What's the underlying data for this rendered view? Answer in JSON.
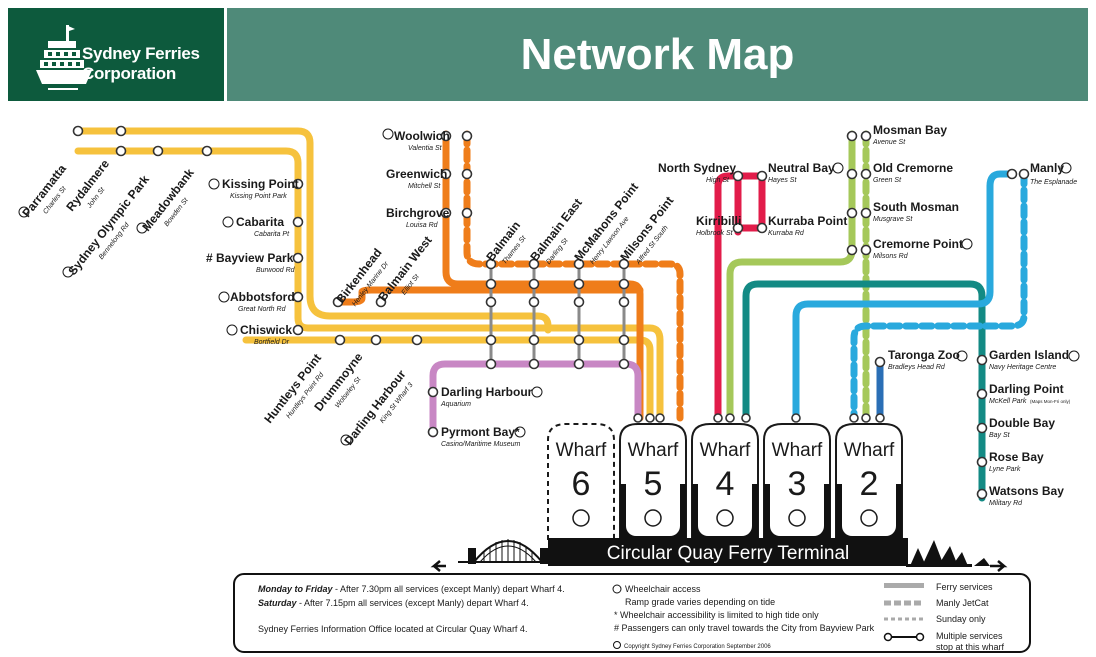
{
  "header": {
    "org_name_line1": "Sydney Ferries",
    "org_name_line2": "Corporation",
    "title": "Network Map"
  },
  "colors": {
    "parramatta_line": "#f6c23d",
    "balmain_line": "#ef7d1a",
    "darling_harbour_line": "#c887c4",
    "neutral_bay_line": "#e21c4a",
    "mosman_line": "#a5c85a",
    "taronga_line": "#2a6fb6",
    "manly_line": "#29a9dd",
    "eastern_line": "#138a84",
    "header_dark": "#0d5a3d",
    "header_light": "#4f8a79"
  },
  "stops": {
    "parramatta": {
      "name": "Parramatta",
      "street": "Charles St"
    },
    "rydalmere": {
      "name": "Rydalmere",
      "street": "John St"
    },
    "sydney_olympic_park": {
      "name": "Sydney Olympic Park",
      "street": "Bennelong Rd"
    },
    "meadowbank": {
      "name": "Meadowbank",
      "street": "Bowden St"
    },
    "kissing_point": {
      "name": "Kissing Point",
      "street": "Kissing Point Park"
    },
    "cabarita": {
      "name": "Cabarita",
      "street": "Cabarita Pt"
    },
    "bayview_park": {
      "name": "# Bayview Park",
      "street": "Burwood Rd"
    },
    "abbotsford": {
      "name": "Abbotsford",
      "street": "Great North Rd"
    },
    "chiswick": {
      "name": "Chiswick",
      "street": "Bortfield Dr"
    },
    "huntleys_point": {
      "name": "Huntleys Point",
      "street": "Huntleys Point Rd"
    },
    "drummoyne": {
      "name": "Drummoyne",
      "street": "Wolseley St"
    },
    "darling_harbour_king": {
      "name": "Darling Harbour",
      "street": "King St Wharf 3"
    },
    "woolwich": {
      "name": "Woolwich",
      "street": "Valentia St"
    },
    "greenwich": {
      "name": "Greenwich",
      "street": "Mitchell St"
    },
    "birchgrove": {
      "name": "Birchgrove",
      "street": "Louisa Rd"
    },
    "birkenhead": {
      "name": "Birkenhead",
      "street": "Henley Marine Dr"
    },
    "balmain_west": {
      "name": "Balmain West",
      "street": "Elliot St"
    },
    "balmain": {
      "name": "Balmain",
      "street": "Thames St"
    },
    "balmain_east": {
      "name": "Balmain East",
      "street": "Darling St"
    },
    "mcmahons_point": {
      "name": "McMahons Point",
      "street": "Henry Lawson Ave"
    },
    "milsons_point": {
      "name": "Milsons Point",
      "street": "Alfred St South"
    },
    "darling_harbour_aquarium": {
      "name": "Darling Harbour",
      "street": "Aquarium"
    },
    "pyrmont_bay": {
      "name": "Pyrmont Bay*",
      "street": "Casino/Maritime Museum"
    },
    "north_sydney": {
      "name": "North Sydney",
      "street": "High St"
    },
    "neutral_bay": {
      "name": "Neutral Bay",
      "street": "Hayes St"
    },
    "kirribilli": {
      "name": "Kirribilli",
      "street": "Holbrook St"
    },
    "kurraba_point": {
      "name": "Kurraba Point",
      "street": "Kurraba Rd"
    },
    "mosman_bay": {
      "name": "Mosman Bay",
      "street": "Avenue St"
    },
    "old_cremorne": {
      "name": "Old Cremorne",
      "street": "Green St"
    },
    "south_mosman": {
      "name": "South Mosman",
      "street": "Musgrave St"
    },
    "cremorne_point": {
      "name": "Cremorne Point",
      "street": "Milsons Rd"
    },
    "manly": {
      "name": "Manly",
      "street": "The Esplanade"
    },
    "taronga_zoo": {
      "name": "Taronga Zoo",
      "street": "Bradleys Head Rd"
    },
    "garden_island": {
      "name": "Garden Island",
      "street": "Navy Heritage Centre"
    },
    "darling_point": {
      "name": "Darling Point",
      "street": "McKell Park",
      "note": "(Maps Mon-Fri only)"
    },
    "double_bay": {
      "name": "Double Bay",
      "street": "Bay St"
    },
    "rose_bay": {
      "name": "Rose Bay",
      "street": "Lyne Park"
    },
    "watsons_bay": {
      "name": "Watsons Bay",
      "street": "Military Rd"
    }
  },
  "wharves": [
    {
      "label": "Wharf",
      "number": "6"
    },
    {
      "label": "Wharf",
      "number": "5"
    },
    {
      "label": "Wharf",
      "number": "4"
    },
    {
      "label": "Wharf",
      "number": "3"
    },
    {
      "label": "Wharf",
      "number": "2"
    }
  ],
  "terminal": {
    "name": "Circular Quay Ferry Terminal"
  },
  "legend": {
    "weekday_bold": "Monday to Friday",
    "weekday_text": " - After 7.30pm all services (except Manly) depart Wharf 4.",
    "saturday_bold": "Saturday",
    "saturday_text": " - After 7.15pm all services (except Manly) depart Wharf 4.",
    "info_office": "Sydney Ferries Information Office located at Circular Quay Wharf 4.",
    "wheelchair_title": "Wheelchair access",
    "wheelchair_note": "Ramp grade varies depending on tide",
    "high_tide_note": "* Wheelchair accessibility is limited to high tide only",
    "bayview_note": "#  Passengers can only travel towards the City from Bayview Park",
    "copyright": "Copyright Sydney Ferries Corporation September 2006",
    "key_ferry": "Ferry services",
    "key_jetcat": "Manly JetCat",
    "key_sunday": "Sunday only",
    "key_multiple": "Multiple services",
    "key_multiple2": "stop at this wharf"
  }
}
